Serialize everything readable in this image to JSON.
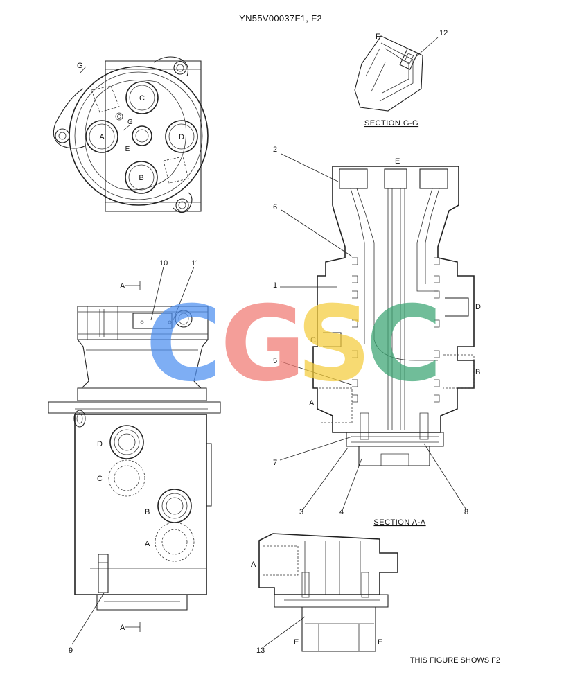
{
  "document": {
    "title": "YN55V00037F1, F2",
    "footnote": "THIS FIGURE SHOWS  F2"
  },
  "sections": {
    "gg_label": "SECTION  G-G",
    "aa_label": "SECTION  A-A"
  },
  "ports": {
    "A": "A",
    "B": "B",
    "C": "C",
    "D": "D",
    "E": "E",
    "F": "F",
    "G": "G"
  },
  "callouts": [
    "1",
    "2",
    "3",
    "4",
    "5",
    "6",
    "7",
    "8",
    "9",
    "10",
    "11",
    "12",
    "13"
  ],
  "watermark": {
    "letters": [
      "C",
      "G",
      "S",
      "C"
    ],
    "colors": [
      "#4d8ff0",
      "#f07a73",
      "#f5cd3c",
      "#3aa572"
    ]
  }
}
